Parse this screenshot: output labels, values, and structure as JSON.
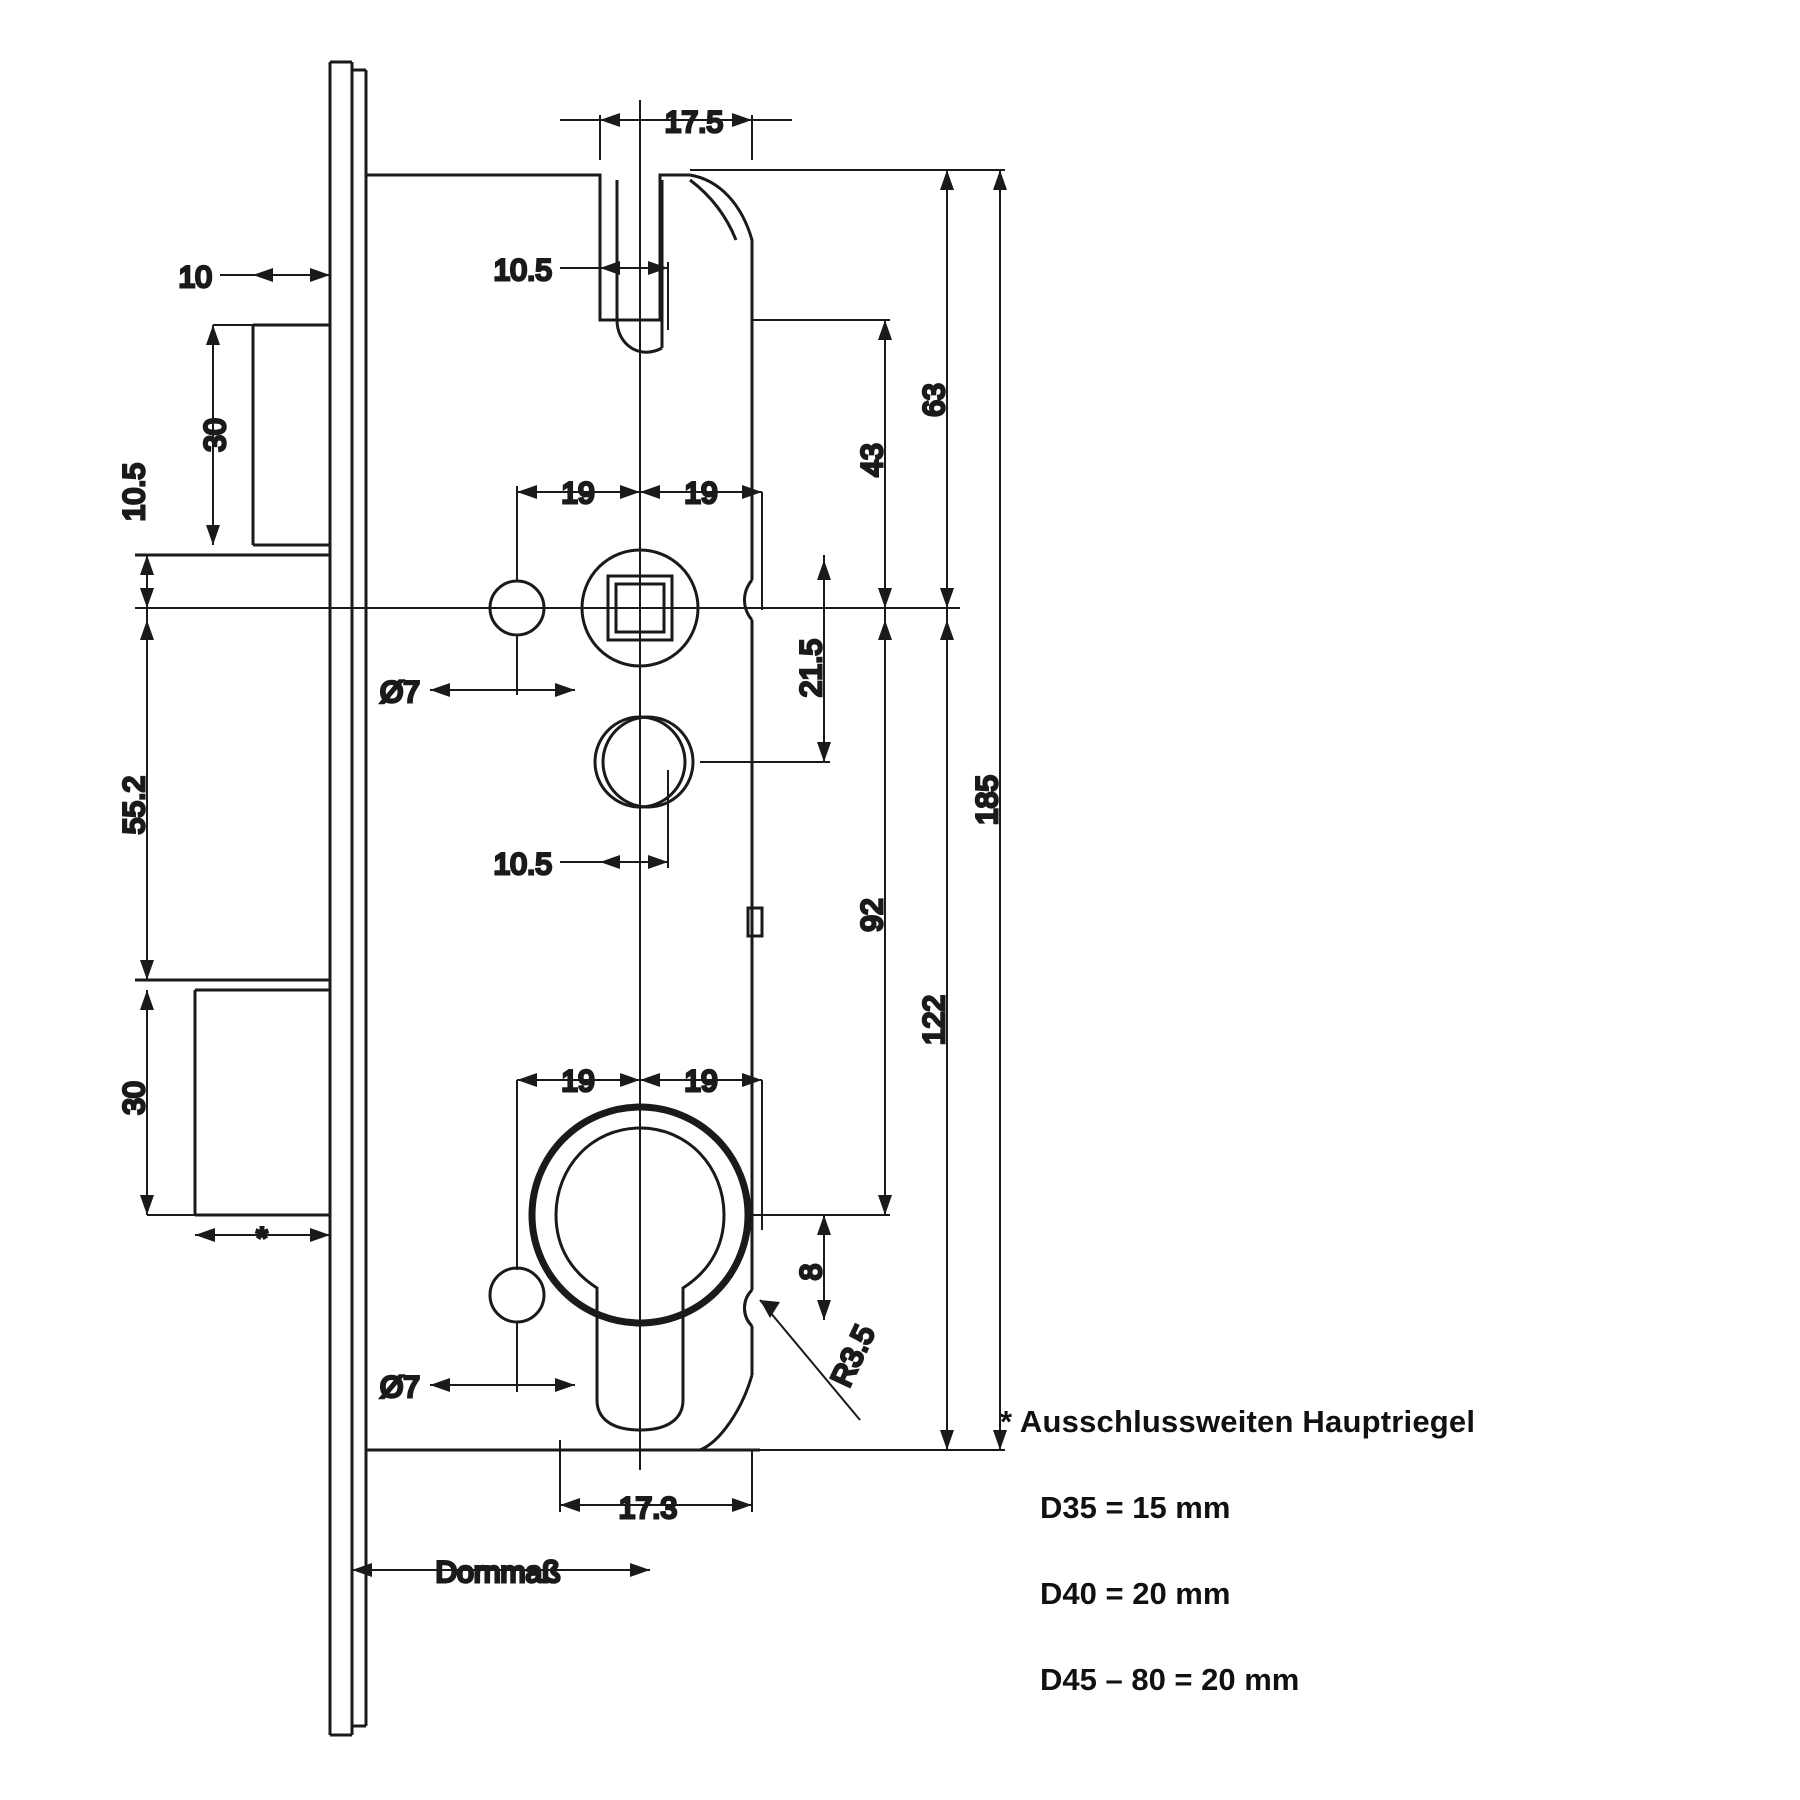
{
  "drawing": {
    "title": "Mortise lock technical drawing (front and side view)",
    "labels": {
      "d_17_5": "17.5",
      "d_10_5_top": "10.5",
      "d_10": "10",
      "d_30_top": "30",
      "d_10_5_left": "10.5",
      "d_55_2": "55.2",
      "d_30_bottom": "30",
      "d_star": "*",
      "d_19_a": "19",
      "d_19_b": "19",
      "d_19_c": "19",
      "d_19_d": "19",
      "d_dia7_top": "Ø7",
      "d_dia7_bottom": "Ø7",
      "d_10_5_mid": "10.5",
      "d_63": "63",
      "d_43": "43",
      "d_21_5": "21.5",
      "d_185": "185",
      "d_92": "92",
      "d_122": "122",
      "d_8": "8",
      "d_r3_5": "R3.5",
      "d_17_3": "17.3",
      "d_dornmass": "Dornmaß"
    }
  },
  "legend": {
    "title": "* Ausschlussweiten Hauptriegel",
    "line1": "D35 = 15 mm",
    "line2": "D40 = 20 mm",
    "line3": "D45 – 80 = 20 mm"
  }
}
